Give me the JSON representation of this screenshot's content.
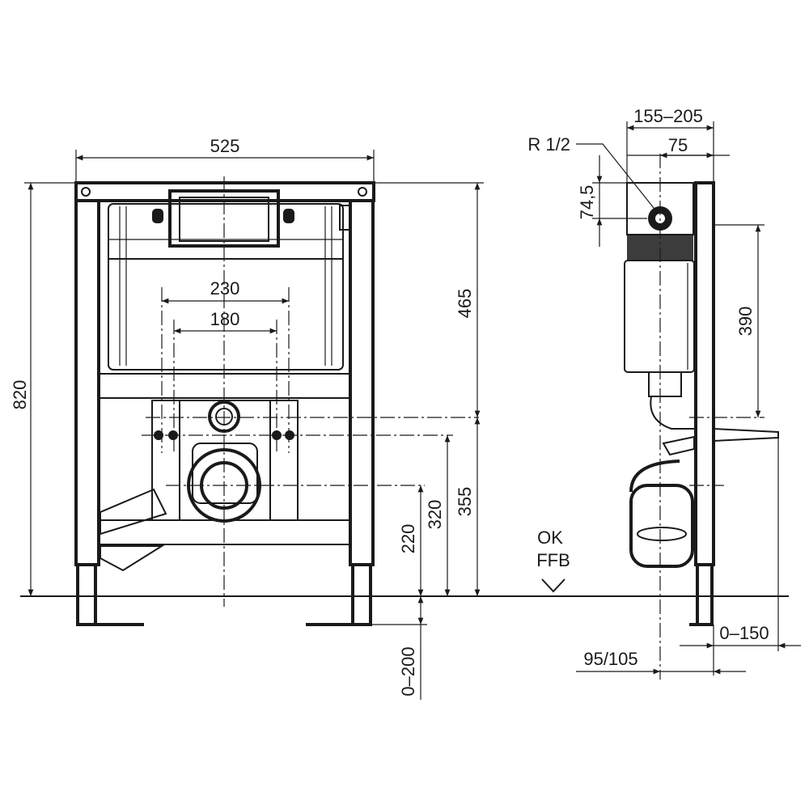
{
  "front_view": {
    "width_label": "525",
    "height_label": "820",
    "upper_height_label": "465",
    "outer_spacing_label": "230",
    "inner_spacing_label": "180",
    "height_355_label": "355",
    "height_320_label": "320",
    "height_220_label": "220",
    "leg_adjust_label": "0–200"
  },
  "side_view": {
    "depth_label": "155–205",
    "offset_75_label": "75",
    "connection_label": "R 1/2",
    "height_745_label": "74,5",
    "height_390_label": "390",
    "floor_ref_line1": "OK",
    "floor_ref_line2": "FFB",
    "wall_offset_label": "0–150",
    "pipe_label": "95/105"
  }
}
